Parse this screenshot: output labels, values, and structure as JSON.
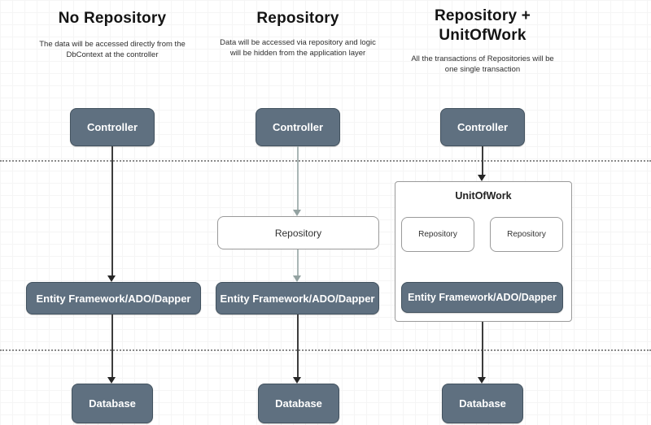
{
  "diagram": {
    "separators": {
      "count": 2,
      "style": "dotted"
    },
    "colors": {
      "node_fill": "#5f7080",
      "node_border": "#42525f",
      "node_text": "#ffffff",
      "outline_border": "#9a9a9a",
      "outline_text": "#333333",
      "arrow_dark": "#3c3c3c",
      "arrow_light": "#aab6b5",
      "dotted_line": "#8a8a8a"
    },
    "columns": [
      {
        "title": "No Repository",
        "description": "The data will be accessed directly from the DbContext at the controller",
        "nodes": {
          "controller": "Controller",
          "ef": "Entity Framework/ADO/Dapper",
          "database": "Database"
        }
      },
      {
        "title": "Repository",
        "description": "Data will be accessed via repository and logic will be hidden from the application layer",
        "nodes": {
          "controller": "Controller",
          "repository": "Repository",
          "ef": "Entity Framework/ADO/Dapper",
          "database": "Database"
        }
      },
      {
        "title": "Repository + UnitOfWork",
        "description": "All the transactions of Repositories will be one single transaction",
        "nodes": {
          "controller": "Controller",
          "unitofwork": "UnitOfWork",
          "repository1": "Repository",
          "repository2": "Repository",
          "ef": "Entity Framework/ADO/Dapper",
          "database": "Database"
        }
      }
    ]
  }
}
